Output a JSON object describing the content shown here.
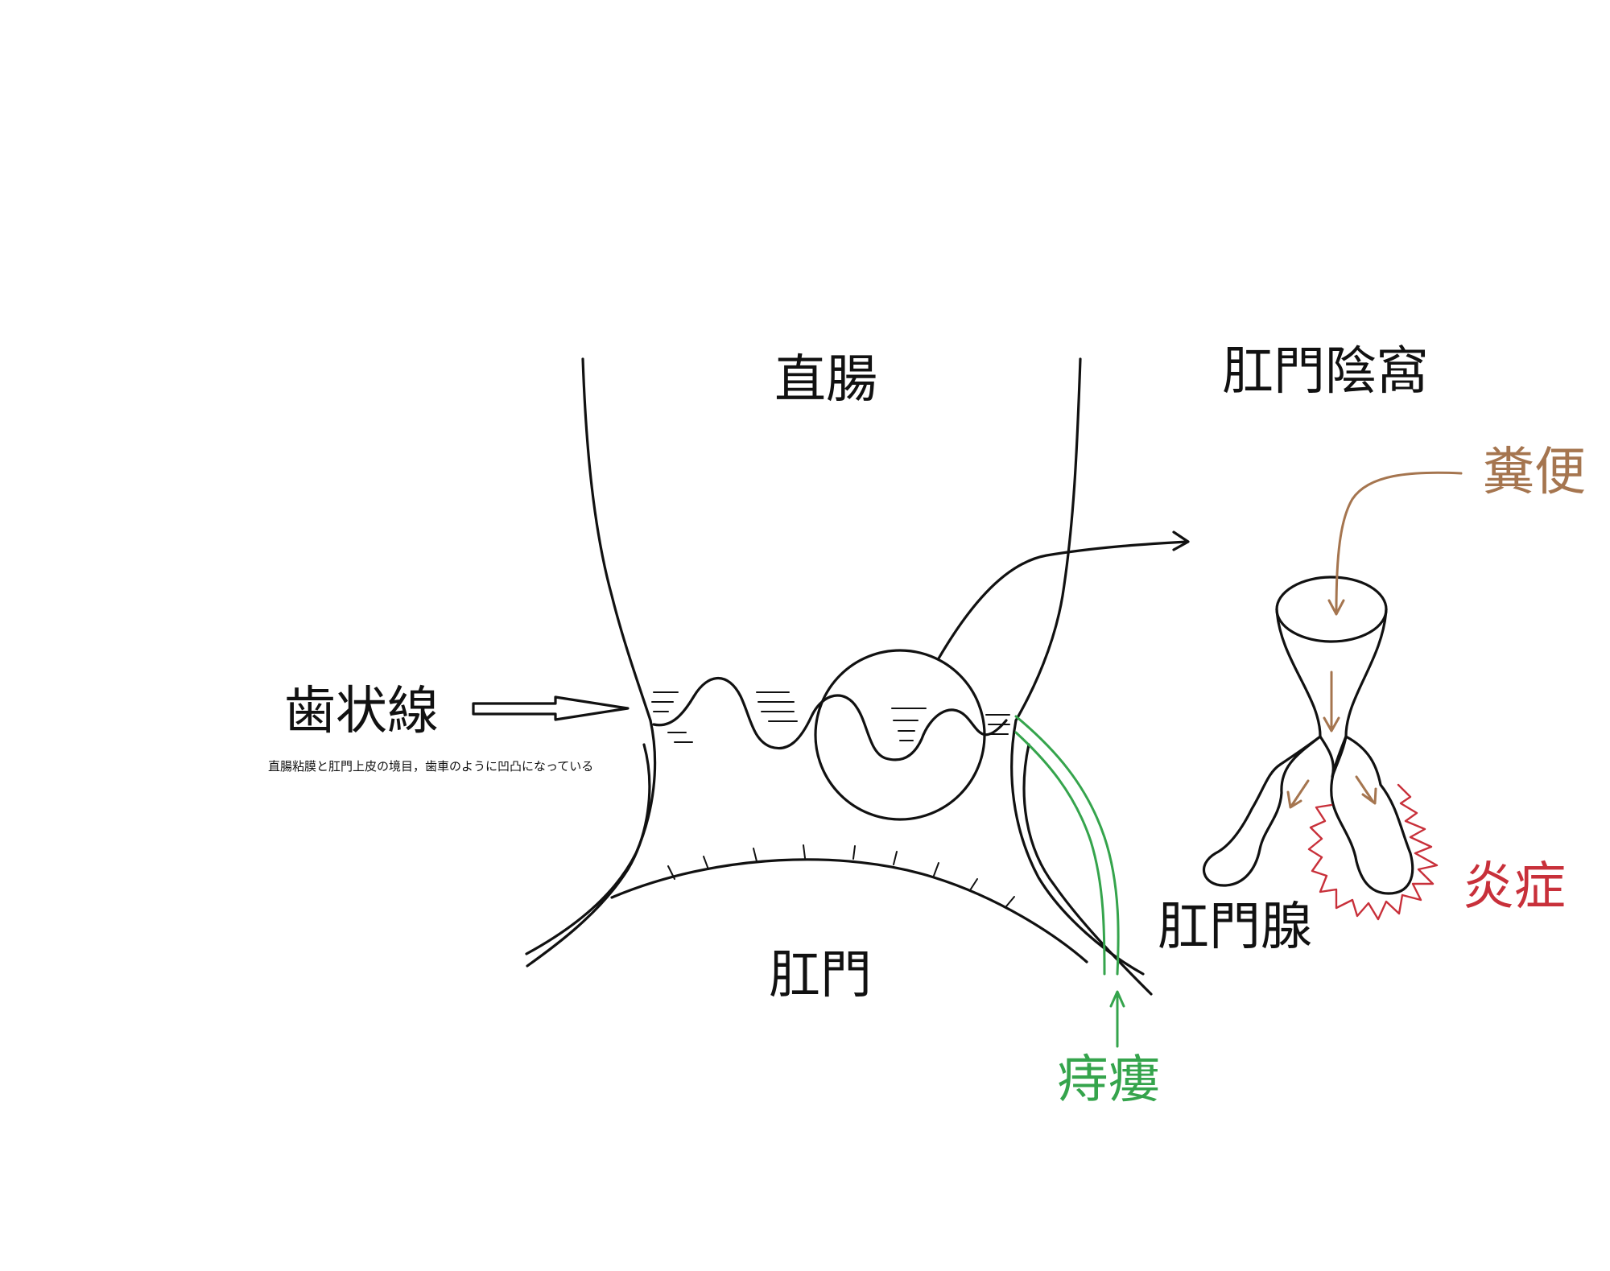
{
  "labels": {
    "rectum": "直腸",
    "anal_crypt": "肛門陰窩",
    "feces": "糞便",
    "dentate_line": "歯状線",
    "dentate_line_note": "直腸粘膜と肛門上皮の境目，歯車のように凹凸になっている",
    "inflammation": "炎症",
    "anal_gland": "肛門腺",
    "anus": "肛門",
    "fistula": "痔瘻"
  },
  "colors": {
    "ink": "#111111",
    "feces": "#a5754f",
    "inflammation": "#c8303a",
    "fistula": "#35a44c"
  }
}
